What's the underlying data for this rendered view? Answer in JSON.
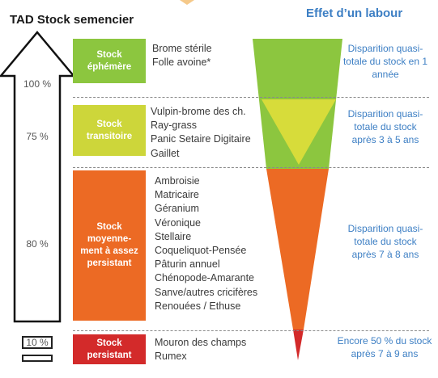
{
  "header": {
    "left_title": "TAD Stock semencier",
    "right_title": "Effet d’un labour"
  },
  "percentages": [
    "100 %",
    "75 %",
    "80 %",
    "10 %"
  ],
  "colors": {
    "ephemere": "#8cc63f",
    "transitoire": "#cdd63a",
    "persistant_moyen": "#ec6a24",
    "persistant": "#d32a2a",
    "effect_text": "#3d7fc4"
  },
  "stocks": [
    {
      "label": "Stock\néphémère",
      "species": [
        "Brome stérile",
        "Folle avoine*"
      ],
      "effect": "Disparition quasi-totale du stock en 1 année"
    },
    {
      "label": "Stock\ntransitoire",
      "species": [
        "Vulpin-brome des ch.",
        "Ray-grass",
        "Panic Setaire Digitaire",
        "Gaillet"
      ],
      "effect": "Disparition quasi-totale du stock après 3 à 5 ans"
    },
    {
      "label": "Stock\nmoyenne-\nment à assez\npersistant",
      "species": [
        "Ambroisie",
        "Matricaire",
        "Géranium",
        "Véronique",
        "Stellaire",
        "Coqueliquot-Pensée",
        "Pâturin annuel",
        "Chénopode-Amarante",
        "Sanve/autres cricifères",
        "Renouées / Ethuse"
      ],
      "effect": "Disparition quasi-totale du stock après 7 à 8 ans"
    },
    {
      "label": "Stock\npersistant",
      "species": [
        "Mouron des champs",
        "Rumex"
      ],
      "effect": "Encore 50 % du stock après 7 à 9 ans"
    }
  ]
}
